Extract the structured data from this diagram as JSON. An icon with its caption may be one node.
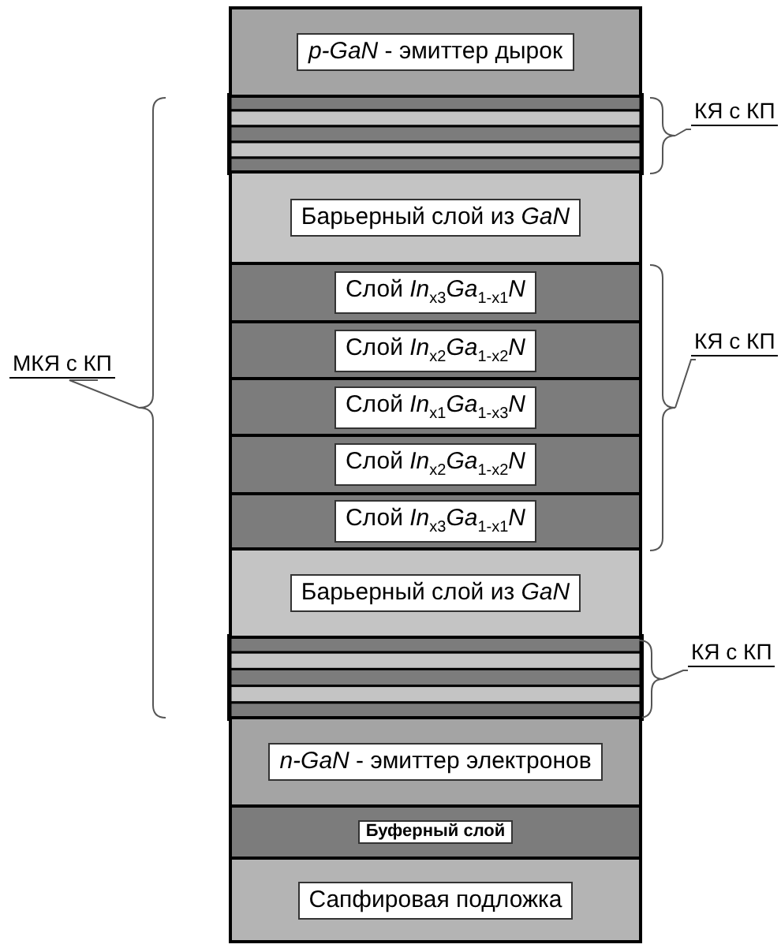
{
  "diagram": {
    "nodes": [
      {
        "text": [
          "*p-GaN* - эмиттер дырок"
        ]
      },
      {
        "text": [
          "Барьерный слой из *GaN*"
        ]
      },
      {
        "text": [
          "Слой *In*$_{x3}$*Ga*$_{1-x1}$*N*"
        ]
      },
      {
        "text": [
          "Слой *In*$_{x2}$*Ga*$_{1-x2}$*N*"
        ]
      },
      {
        "text": [
          "Слой *In*$_{x1}$*Ga*$_{1-x3}$*N*"
        ]
      },
      {
        "text": [
          "Слой *In*$_{x2}$*Ga*$_{1-x2}$*N*"
        ]
      },
      {
        "text": [
          "Слой *In*$_{x3}$*Ga*$_{1-x1}$*N*"
        ]
      },
      {
        "text": [
          "Барьерный слой из *GaN*"
        ]
      },
      {
        "text": [
          "*n-GaN* - эмиттер электронов"
        ]
      },
      {
        "text": [
          "Буферный слой"
        ]
      },
      {
        "text": [
          "Сапфировая подложка"
        ]
      },
      {
        "text": [
          "МКЯ с КП"
        ]
      },
      {
        "text": [
          "КЯ с КП"
        ]
      },
      {
        "text": [
          "КЯ с КП"
        ]
      },
      {
        "text": [
          "КЯ с КП"
        ]
      },
      {
        "text": [],
        "shape": "bracket"
      },
      {
        "text": [],
        "shape": "bracket"
      },
      {
        "text": [],
        "shape": "bracket"
      },
      {
        "text": [],
        "shape": "bracket"
      }
    ],
    "edges": [
      {
        "from": 11,
        "to": 15,
        "arrow": "none"
      },
      {
        "from": 12,
        "to": 16,
        "arrow": "none"
      },
      {
        "from": 13,
        "to": 17,
        "arrow": "none"
      },
      {
        "from": 14,
        "to": 18,
        "arrow": "none"
      }
    ]
  }
}
